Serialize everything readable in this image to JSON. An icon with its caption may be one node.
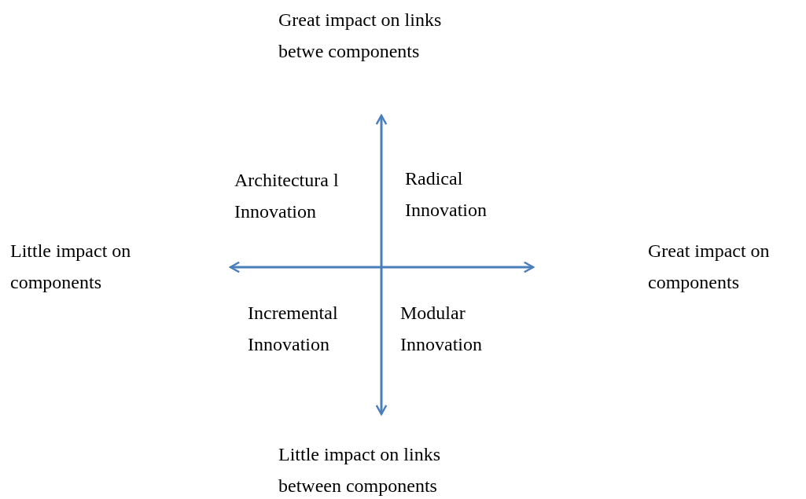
{
  "diagram": {
    "labels": [
      "Great impact on links betwe components",
      "Architectura l Innovation",
      "Radical Innovation",
      "Little impact on components",
      "Great impact on components",
      "Incremental Innovation",
      "Modular Innovation",
      "Little impact on links between components"
    ]
  }
}
